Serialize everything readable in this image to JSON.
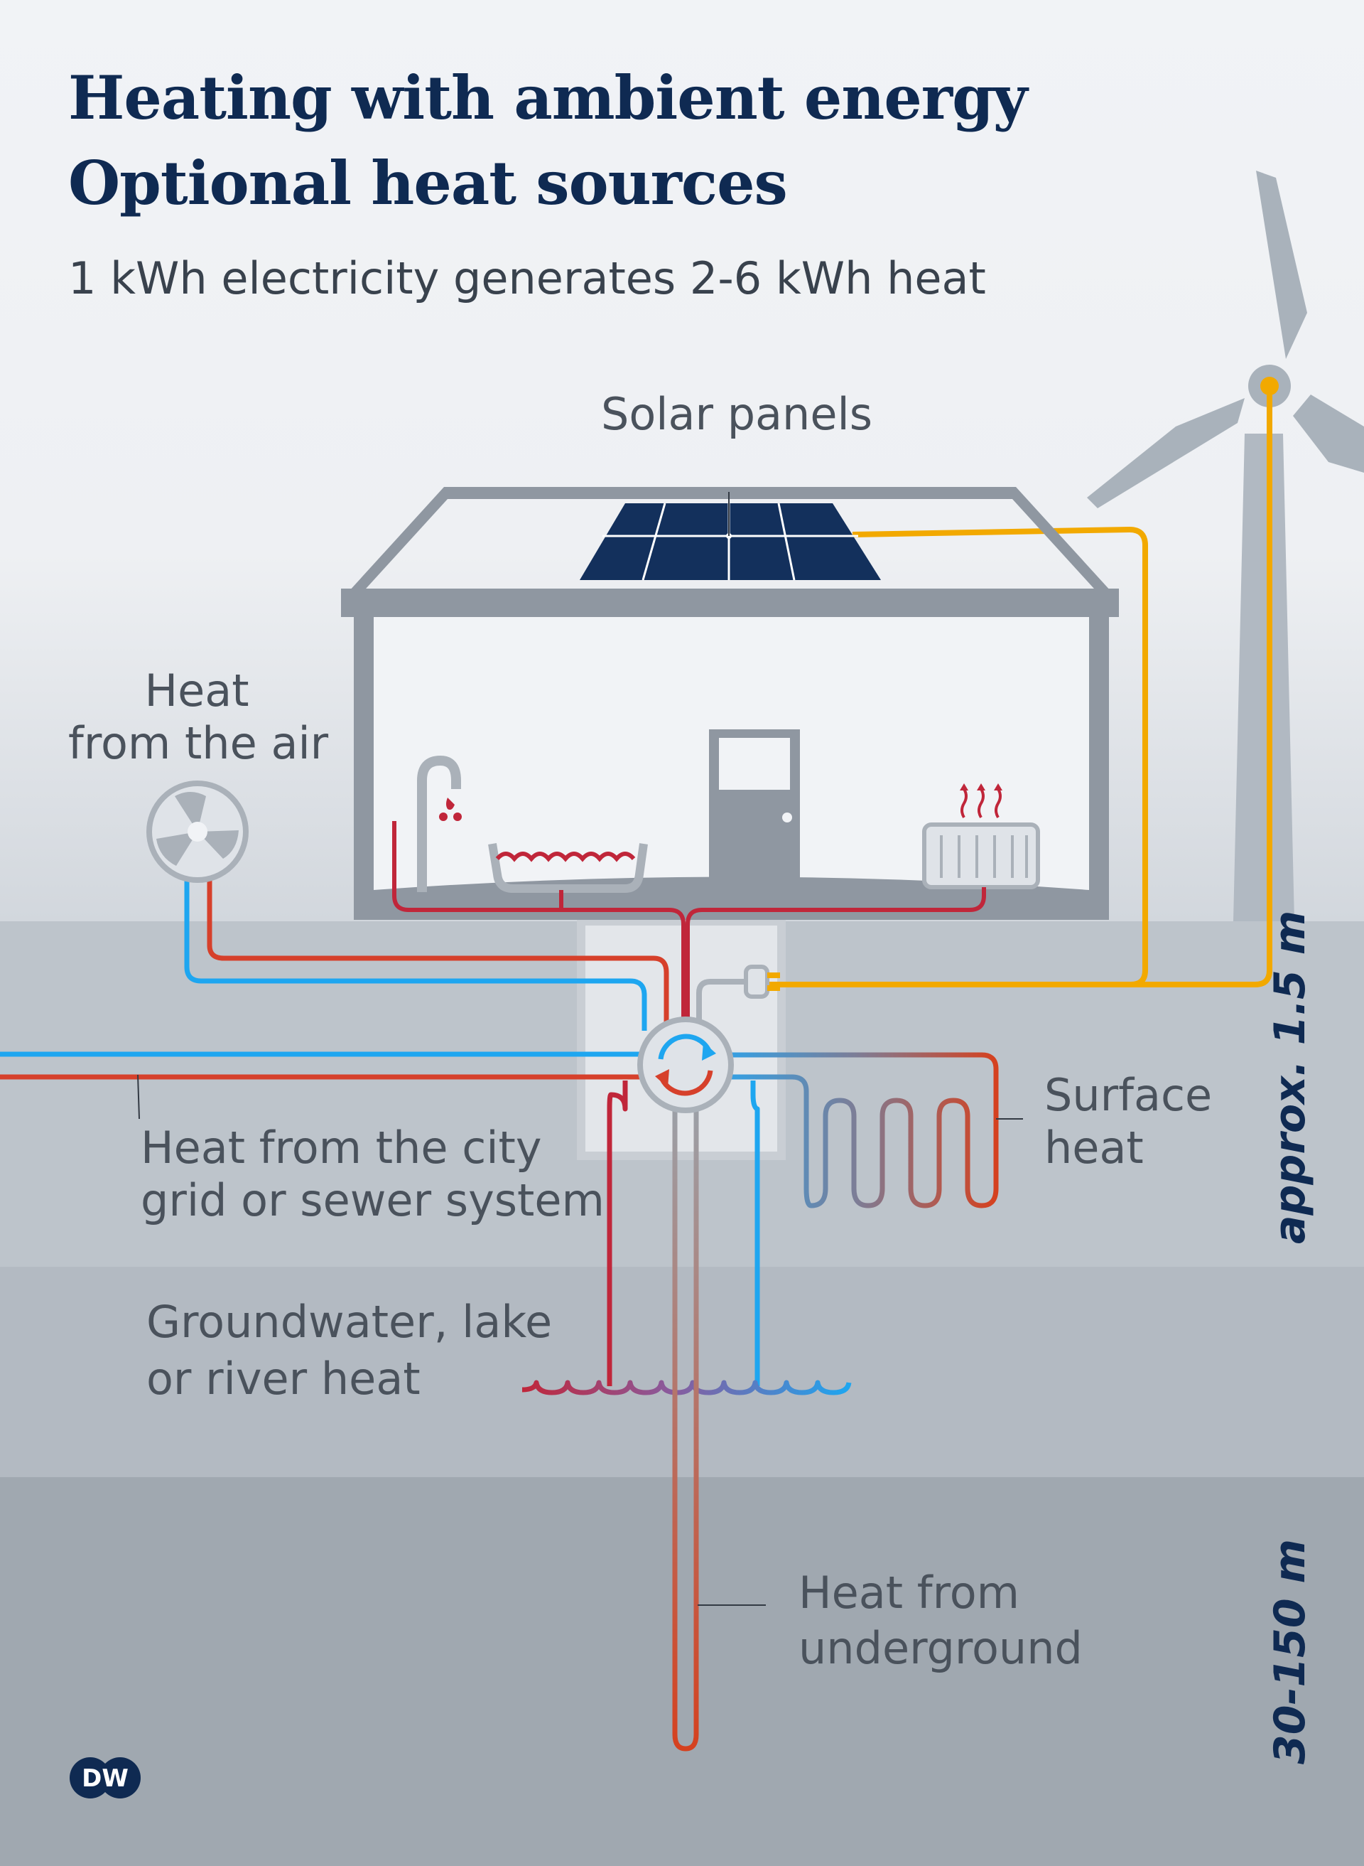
{
  "title_line1": "Heating with ambient energy",
  "title_line2": "Optional heat sources",
  "subtitle": "1 kWh electricity generates 2-6 kWh heat",
  "labels": {
    "solar_panels": "Solar panels",
    "air_line1": "Heat",
    "air_line2": "from the air",
    "city_line1": "Heat from the city",
    "city_line2": "grid or sewer system",
    "surface_line1": "Surface",
    "surface_line2": "heat",
    "ground_line1": "Groundwater, lake",
    "ground_line2": "or river heat",
    "under_line1": "Heat from",
    "under_line2": "underground"
  },
  "depths": {
    "shallow": "approx. 1.5 m",
    "deep": "30-150 m"
  },
  "logo_text": "DW",
  "colors": {
    "title": "#0f2a52",
    "hot_pipe": "#d6402b",
    "warm_pipe": "#c0263a",
    "cold_pipe": "#1ea6f0",
    "power_line": "#f2a900",
    "house_outline": "#8f97a1",
    "solar_panel": "#13305c"
  }
}
